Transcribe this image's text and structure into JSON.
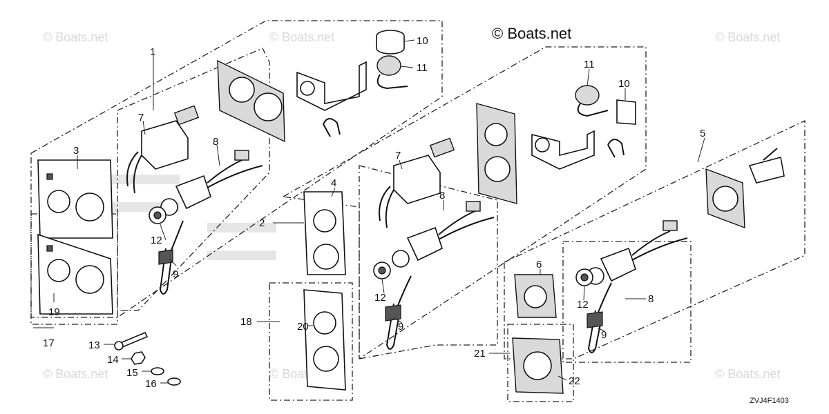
{
  "copyright_watermark": "© Boats.net",
  "diagram_code": "ZVJ4F1403",
  "callouts": {
    "c1": "1",
    "c2": "2",
    "c3": "3",
    "c4": "4",
    "c5": "5",
    "c6": "6",
    "c7a": "7",
    "c7b": "7",
    "c8a": "8",
    "c8b": "8",
    "c8c": "8",
    "c9a": "9",
    "c9b": "9",
    "c9c": "9",
    "c10a": "10",
    "c10b": "10",
    "c11a": "11",
    "c11b": "11",
    "c12a": "12",
    "c12b": "12",
    "c12c": "12",
    "c13": "13",
    "c14": "14",
    "c15": "15",
    "c16": "16",
    "c17": "17",
    "c18": "18",
    "c19": "19",
    "c20": "20",
    "c21": "21",
    "c22": "22"
  }
}
